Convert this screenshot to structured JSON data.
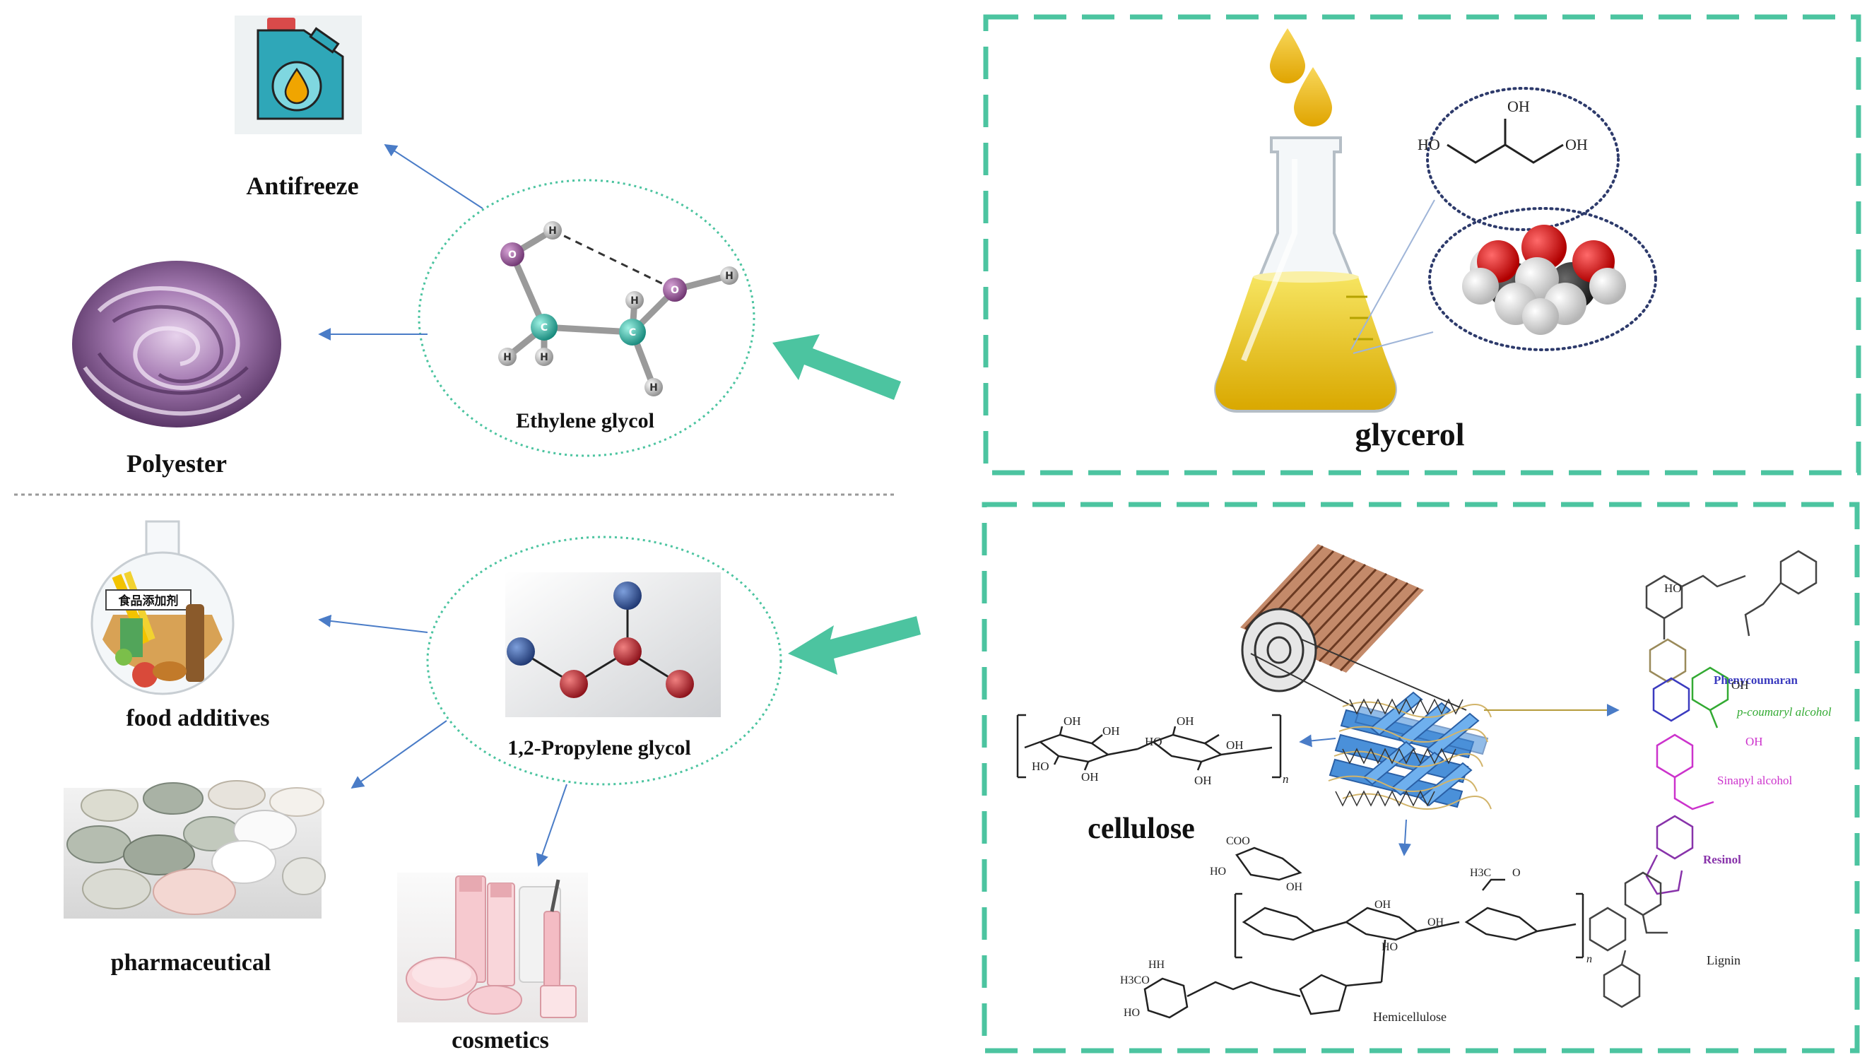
{
  "labels": {
    "antifreeze": "Antifreeze",
    "ethylene_glycol": "Ethylene glycol",
    "polyester": "Polyester",
    "food_additives": "food additives",
    "propylene_glycol": "1,2-Propylene glycol",
    "pharmaceutical": "pharmaceutical",
    "cosmetics": "cosmetics",
    "glycerol": "glycerol",
    "cellulose": "cellulose",
    "hemicellulose": "Hemicellulose",
    "lignin": "Lignin"
  },
  "glycerol_structure": {
    "oh_top": "OH",
    "oh_left": "HO",
    "oh_right": "OH"
  },
  "eg_atoms": {
    "c": "C",
    "h": "H",
    "o": "O"
  },
  "food_package_text": "食品添加剂",
  "lignin_units": {
    "phenycoumaran": "Phenycoumaran",
    "p_coumaryl": "p-coumaryl alcohol",
    "sinapyl": "Sinapyl alcohol",
    "resinol": "Resinol"
  },
  "cellulose_groups": {
    "oh": "OH",
    "ho": "HO",
    "n": "n"
  },
  "hemicellulose_groups": {
    "coo": "COO",
    "h3c": "H3C",
    "hh": "HH",
    "h3co": "H3CO",
    "ho": "HO",
    "oh": "OH",
    "o": "O",
    "n": "n"
  },
  "colors": {
    "accent_green": "#4cc4a0",
    "arrow_blue": "#4a7cc7",
    "divider": "#999999",
    "flask_yellow": "#e8c400",
    "eg_oxygen": "#8a4d8a",
    "eg_carbon": "#22a89a",
    "pg_blue": "#2f4f8f",
    "pg_red": "#b3202a",
    "lignin_blue": "#3b3bbf",
    "lignin_green": "#33aa33",
    "lignin_magenta": "#cc33cc",
    "lignin_purple": "#8833aa"
  }
}
